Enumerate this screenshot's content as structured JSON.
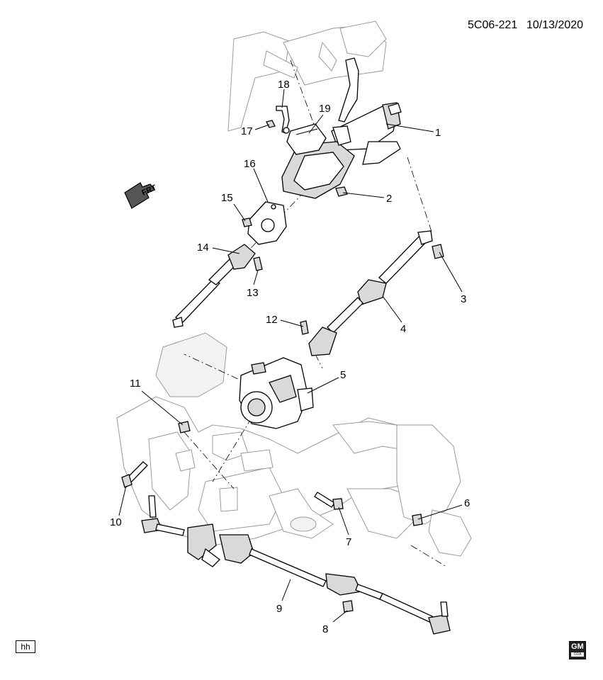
{
  "header": {
    "diagram_id": "5C06-221",
    "date": "10/13/2020"
  },
  "orientation_label": "FRT",
  "footer": {
    "tag": "hh",
    "logo_text": "GM",
    "logo_subtext": "ODA"
  },
  "callouts": {
    "c1": "1",
    "c2": "2",
    "c3": "3",
    "c4": "4",
    "c5": "5",
    "c6": "6",
    "c7": "7",
    "c8": "8",
    "c9": "9",
    "c10": "10",
    "c11": "11",
    "c12": "12",
    "c13": "13",
    "c14": "14",
    "c15": "15",
    "c16": "16",
    "c17": "17",
    "c18": "18",
    "c19": "19"
  }
}
